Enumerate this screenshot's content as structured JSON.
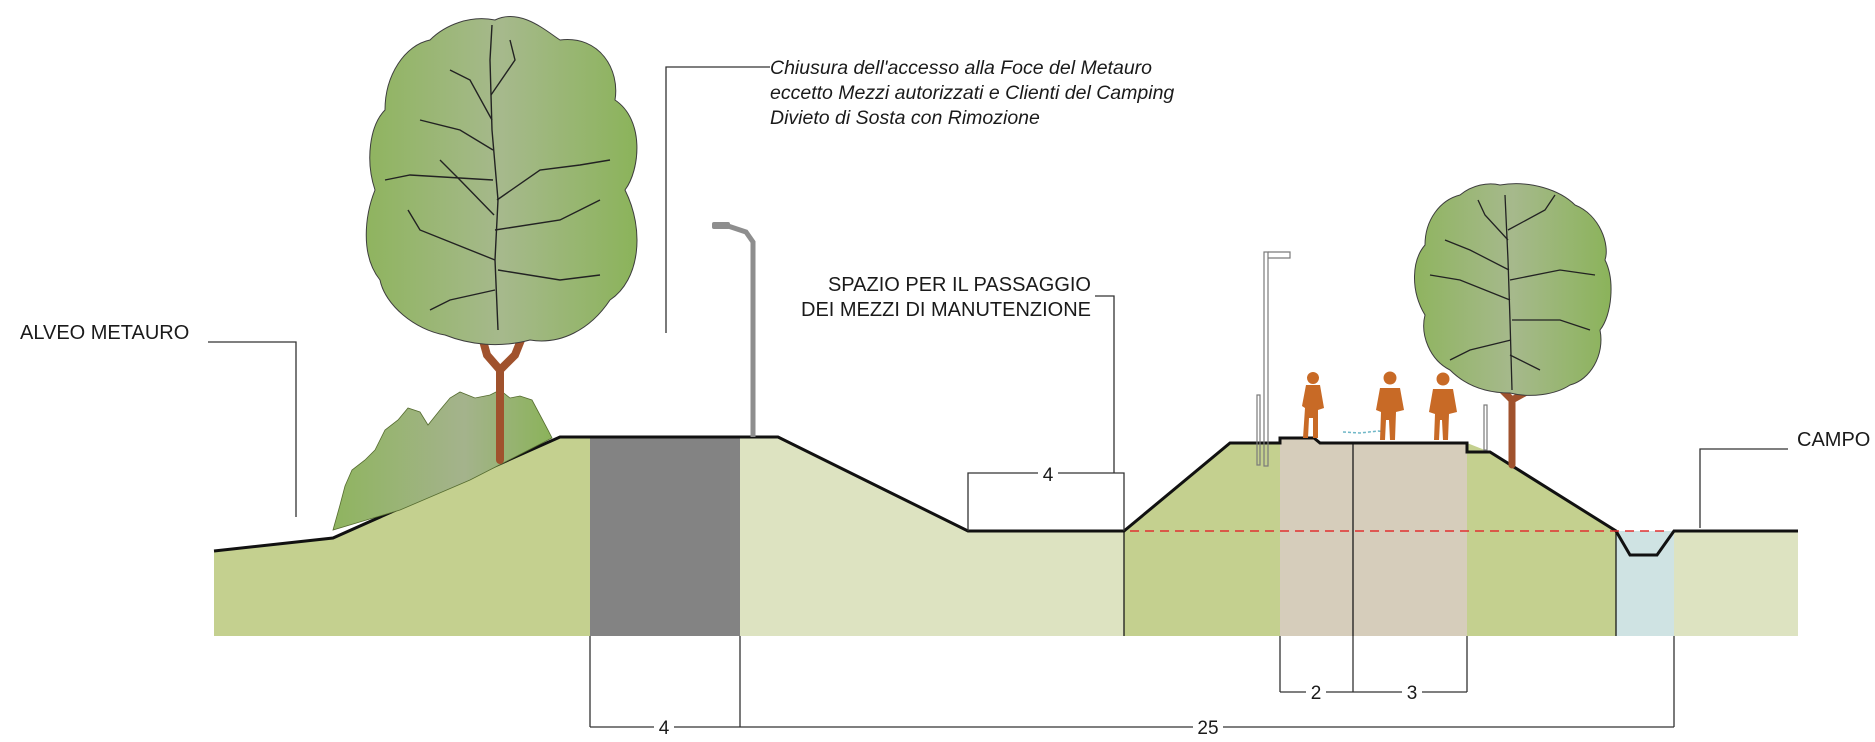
{
  "labels": {
    "alveo": "ALVEO METAURO",
    "campo": "CAMPO",
    "spazio_line1": "SPAZIO PER IL PASSAGGIO",
    "spazio_line2": "DEI MEZZI DI MANUTENZIONE"
  },
  "note": {
    "line1": "Chiusura dell'accesso alla Foce del Metauro",
    "line2": "eccetto Mezzi autorizzati e Clienti del Camping",
    "line3": "Divieto di Sosta con Rimozione"
  },
  "dimensions": {
    "maintenance_width": "4",
    "road_width": "4",
    "total_width": "25",
    "path_width_1": "2",
    "path_width_2": "3"
  },
  "colors": {
    "grass_light": "#dde3c1",
    "grass_mid": "#c4d08f",
    "asphalt": "#838383",
    "path": "#d6cdbb",
    "water": "#cfe3e3",
    "person": "#c86a26",
    "tree": "#9bb872",
    "water_level": "#e03030"
  },
  "icons": [
    "tree-icon",
    "bush-icon",
    "street-lamp-icon",
    "person-icon"
  ]
}
